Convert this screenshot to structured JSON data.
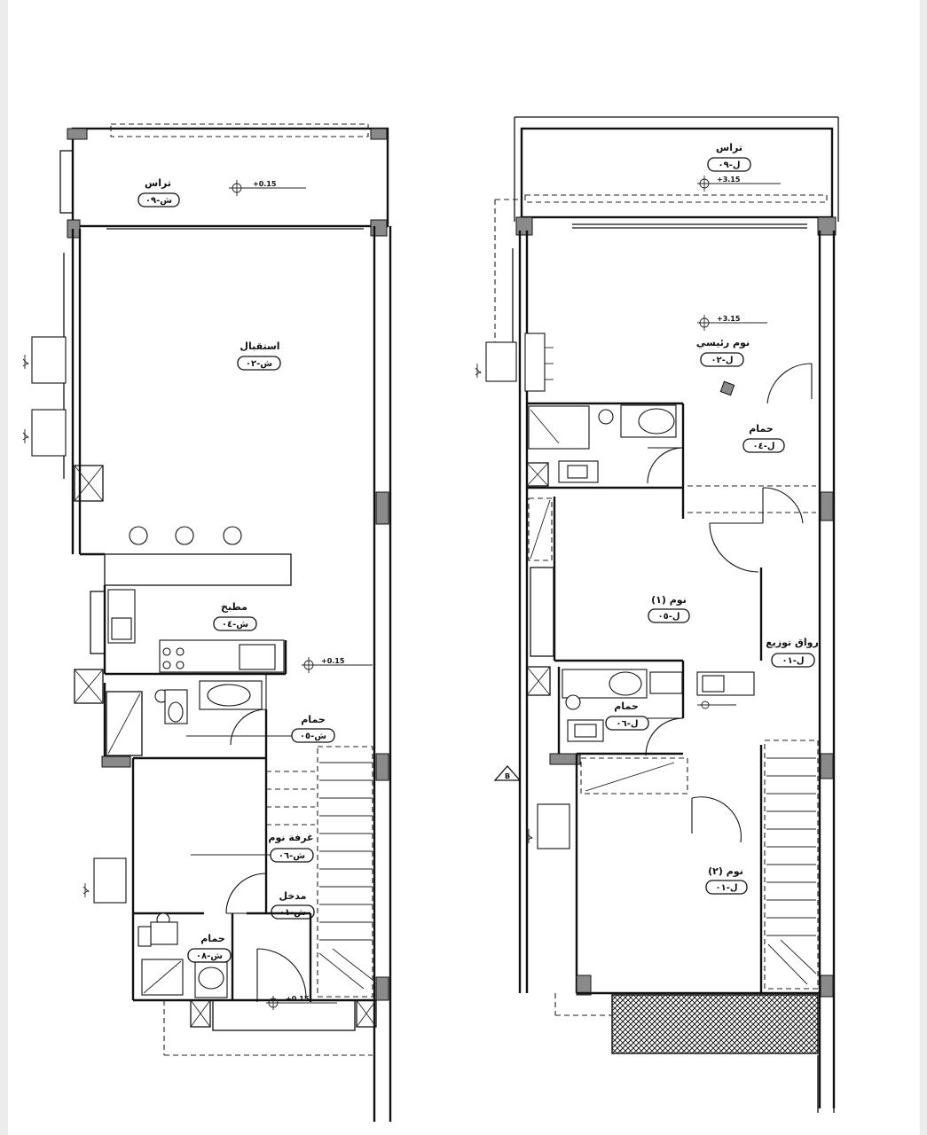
{
  "ground_floor": {
    "rooms": {
      "terrace": {
        "name": "تراس",
        "code": "ش-٠٩"
      },
      "reception": {
        "name": "استقبال",
        "code": "ش-٠٢"
      },
      "kitchen": {
        "name": "مطبخ",
        "code": "ش-٠٤"
      },
      "bathroom": {
        "name": "حمام",
        "code": "ش-٠٥"
      },
      "bedroom": {
        "name": "غرفة نوم",
        "code": "ش-٠٦"
      },
      "entrance": {
        "name": "مدخل",
        "code": "ش-٠١"
      },
      "wc": {
        "name": "حمام",
        "code": "ش-٠٨"
      }
    },
    "levels": {
      "terrace": "+0.15",
      "living": "+0.15",
      "entry": "+0.15"
    }
  },
  "first_floor": {
    "rooms": {
      "terrace": {
        "name": "تراس",
        "code": "ل-٠٩"
      },
      "master_bedroom": {
        "name": "نوم رئيسي",
        "code": "ل-٠٢"
      },
      "bathroom": {
        "name": "حمام",
        "code": "ل-٠٤"
      },
      "bedroom1": {
        "name": "نوم (١)",
        "code": "ل-٠٥"
      },
      "distribution": {
        "name": "رواق توزيع",
        "code": "ل-٠١"
      },
      "bathroom2": {
        "name": "حمام",
        "code": "ل-٠٦"
      },
      "bedroom2": {
        "name": "نوم (٢)",
        "code": "ل-٠١"
      }
    },
    "levels": {
      "terrace": "+3.15",
      "master": "+3.15"
    }
  },
  "section_mark": "B",
  "colors": {
    "line": "#111111",
    "column_fill": "#8a8a8a",
    "background": "#ffffff"
  }
}
